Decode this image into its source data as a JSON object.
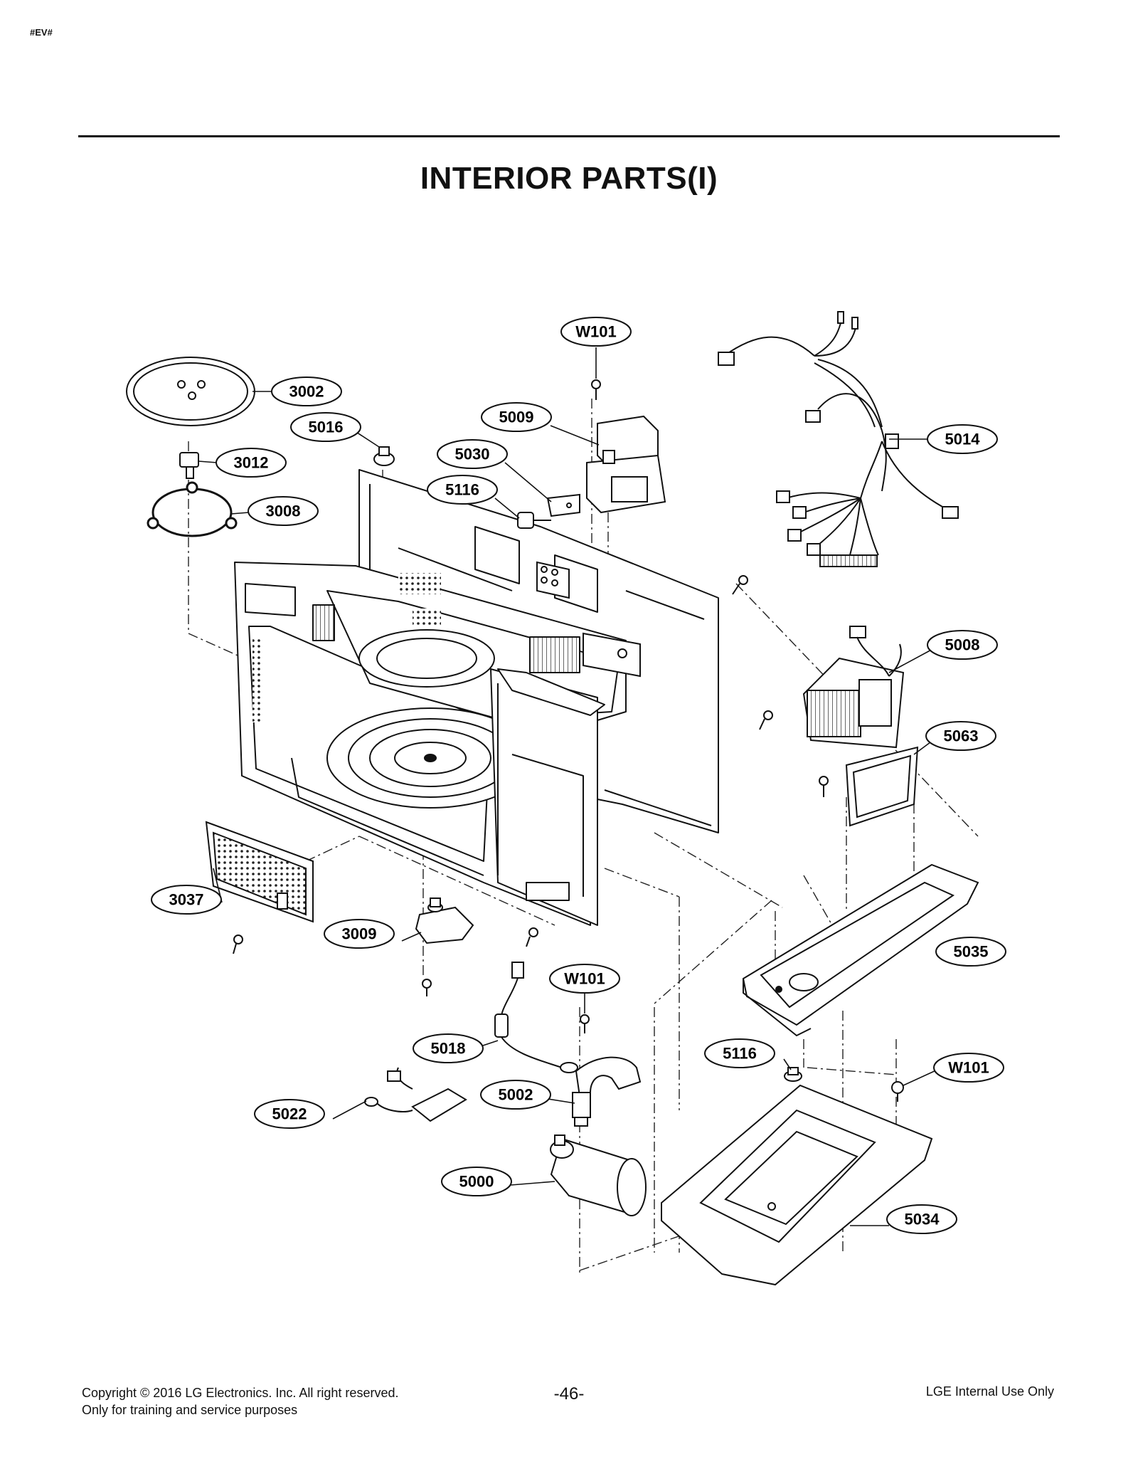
{
  "header": {
    "tag": "#EV#",
    "title": "INTERIOR PARTS(I)"
  },
  "callouts": {
    "w101_top": "W101",
    "c3002": "3002",
    "c5016": "5016",
    "c5009": "5009",
    "c5014": "5014",
    "c3012": "3012",
    "c5030": "5030",
    "c5116_top": "5116",
    "c3008": "3008",
    "c5008": "5008",
    "c5063": "5063",
    "c3037": "3037",
    "c3009": "3009",
    "c5035": "5035",
    "w101_mid": "W101",
    "c5018": "5018",
    "c5116_bottom": "5116",
    "w101_right": "W101",
    "c5002": "5002",
    "c5022": "5022",
    "c5000": "5000",
    "c5034": "5034"
  },
  "footer": {
    "copyright": "Copyright © 2016 LG Electronics. Inc. All right reserved.",
    "training_note": "Only for training and service purposes",
    "page_number": "-46-",
    "internal_use": "LGE Internal Use Only"
  }
}
